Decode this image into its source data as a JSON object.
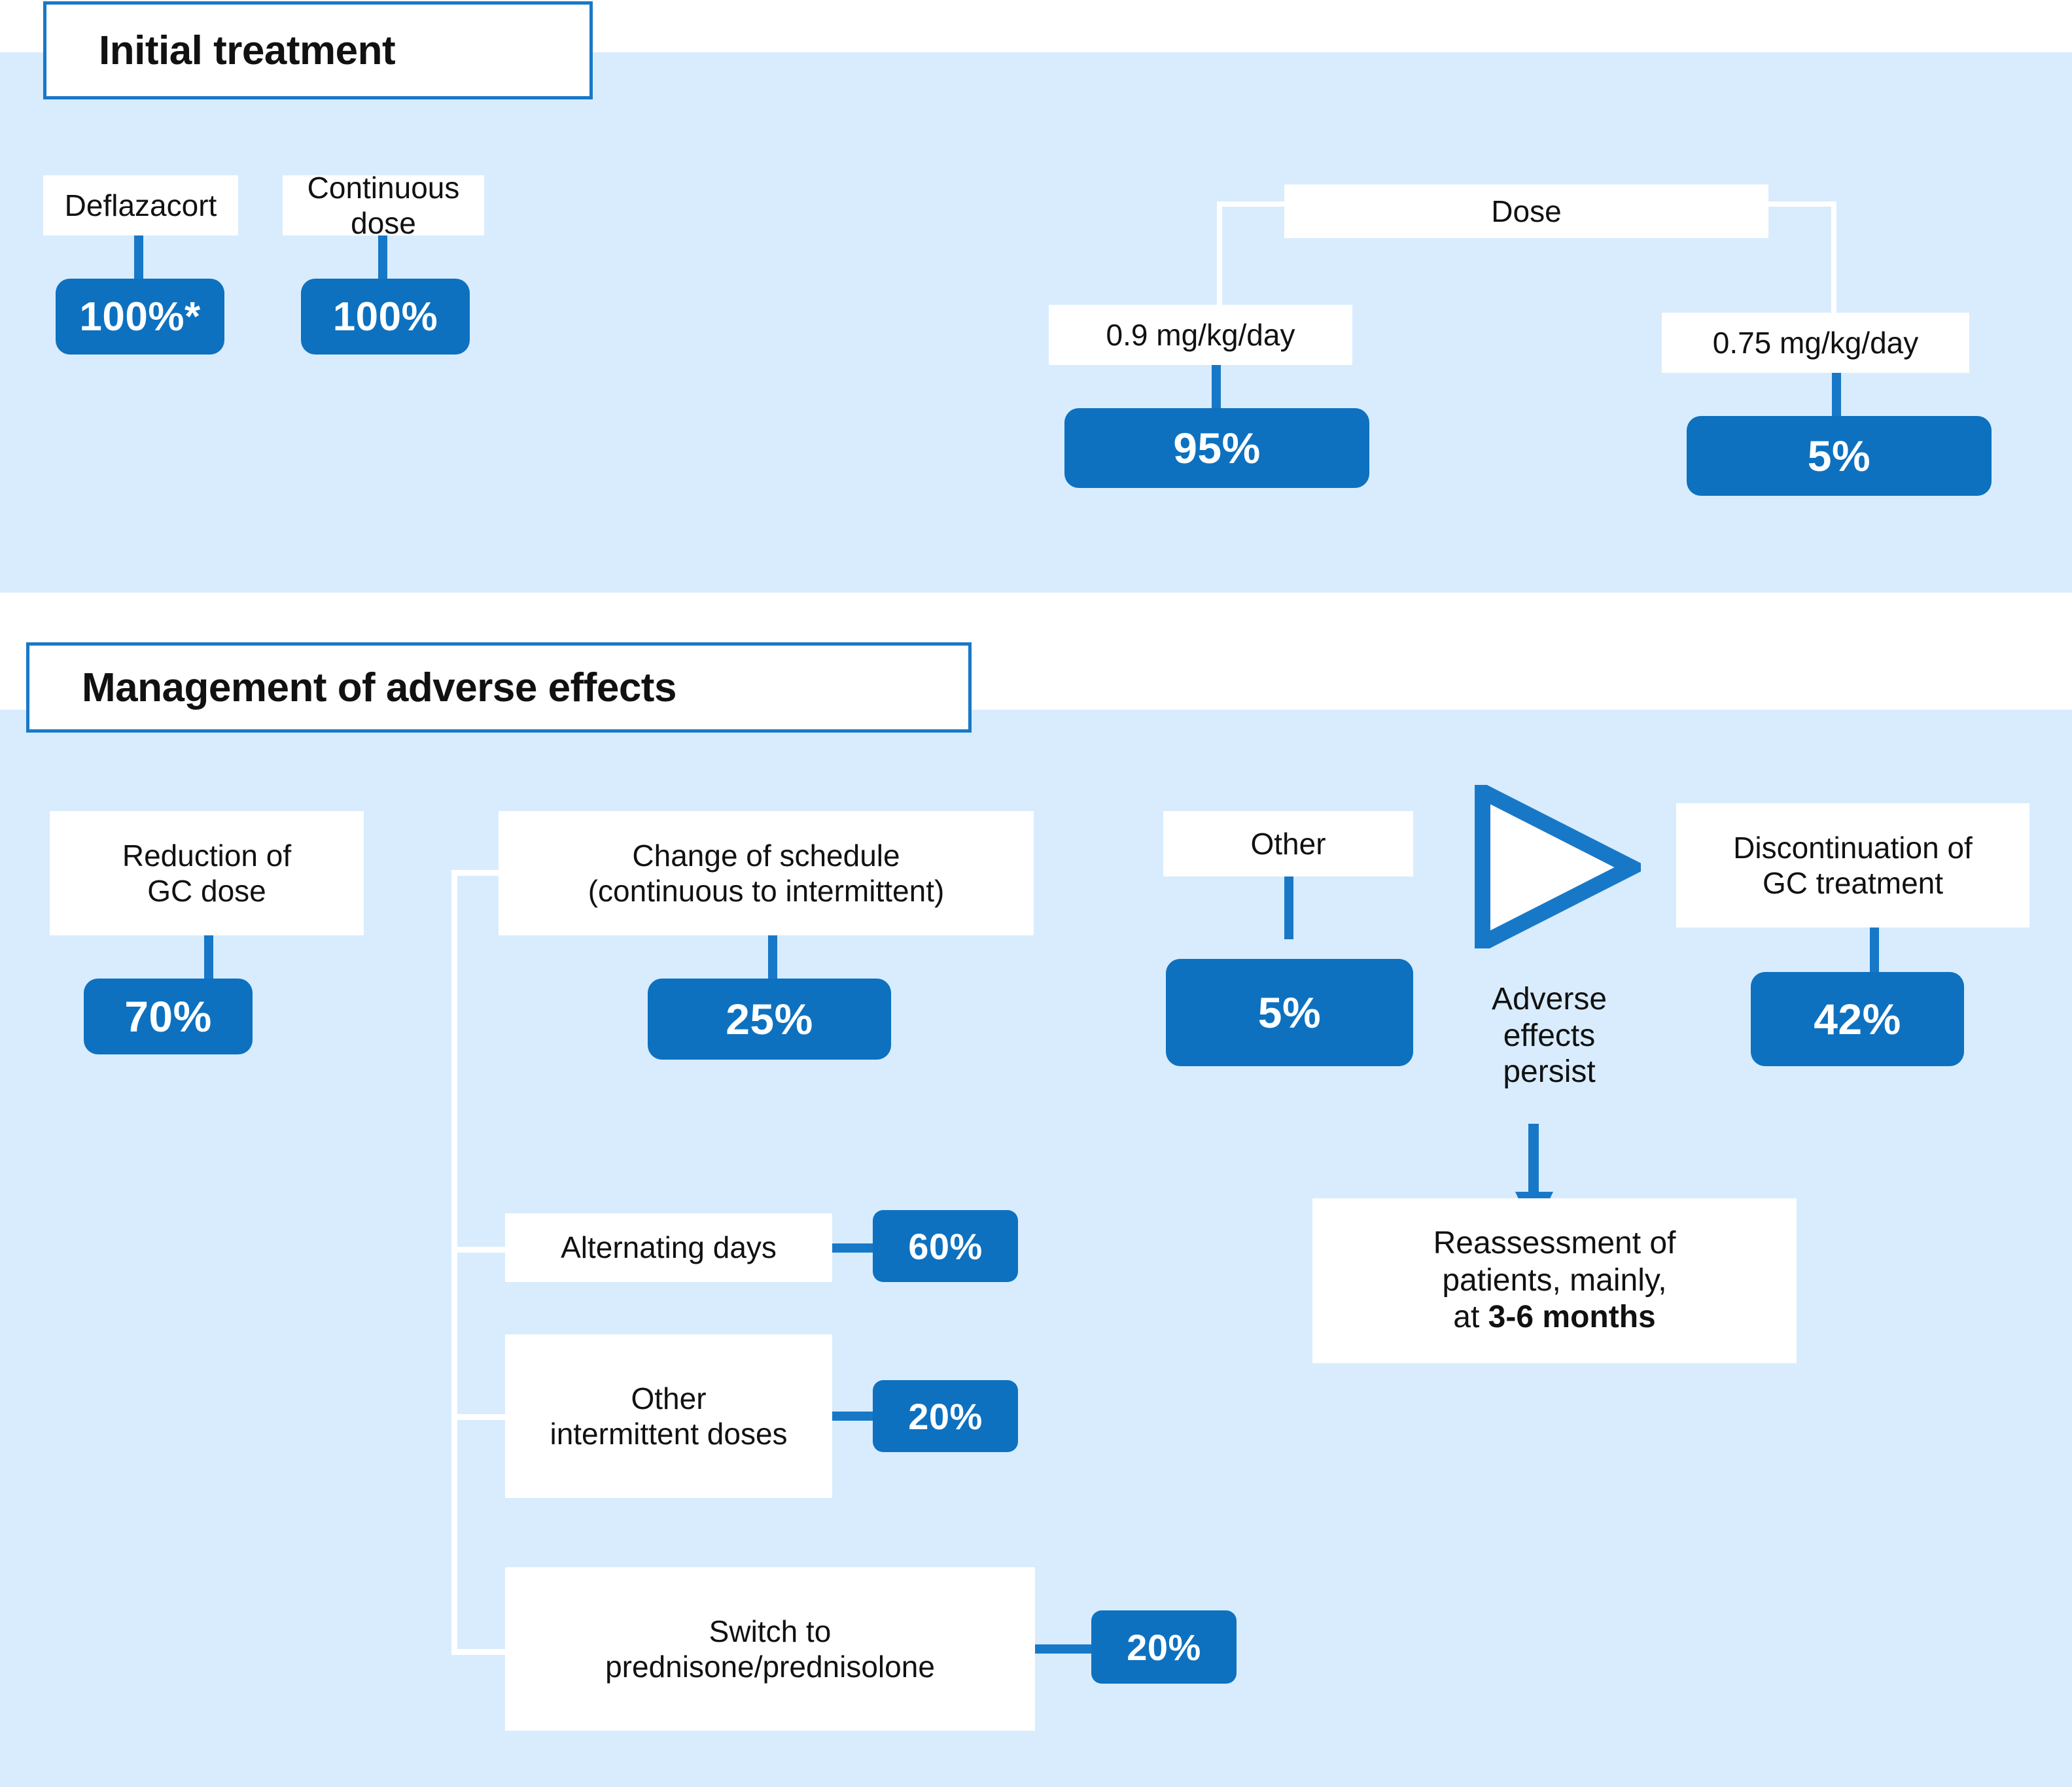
{
  "sections": [
    {
      "id": "initial-treatment",
      "title": "Initial treatment",
      "nodes": [
        {
          "label": "Deflazacort",
          "value": "100%*"
        },
        {
          "label": "Continuous dose",
          "value": "100%"
        },
        {
          "label": "Dose",
          "value": ""
        },
        {
          "label": "0.9 mg/kg/day",
          "value": "95%"
        },
        {
          "label": "0.75 mg/kg/day",
          "value": "5%"
        }
      ]
    },
    {
      "id": "management-of-adverse-effects",
      "title": "Management of adverse effects",
      "nodes": [
        {
          "label": "Reduction of\nGC dose",
          "line1": "Reduction of",
          "line2": "GC dose",
          "value": "70%"
        },
        {
          "label": "Change of schedule (continuous to intermittent)",
          "line1": "Change of schedule",
          "line2": "(continuous to intermittent)",
          "value": "25%"
        },
        {
          "label": "Other",
          "value": "5%"
        },
        {
          "label": "Discontinuation of GC treatment",
          "line1": "Discontinuation of",
          "line2": "GC treatment",
          "value": "42%"
        },
        {
          "label": "Alternating days",
          "value": "60%"
        },
        {
          "label": "Other intermittent doses",
          "line1": "Other",
          "line2": "intermittent doses",
          "value": "20%"
        },
        {
          "label": "Switch to prednisone/prednisolone",
          "line1": "Switch to",
          "line2": "prednisone/prednisolone",
          "value": "20%"
        }
      ],
      "persist_note": {
        "line1": "Adverse",
        "line2": "effects",
        "line3": "persist"
      },
      "reassessment": {
        "line1": "Reassessment of",
        "line2": "patients, mainly,",
        "line3_prefix": "at ",
        "line3_bold": "3-6 months"
      }
    }
  ],
  "colors": {
    "band_background": "#d8ecfd",
    "pill_blue": "#0d71c0",
    "border_blue": "#1878c8",
    "box_white": "#ffffff",
    "text_black": "#111111"
  },
  "chart_data": {
    "type": "diagram",
    "title": "Glucocorticoid treatment practice in Duchenne muscular dystrophy",
    "groups": [
      {
        "name": "Initial treatment",
        "items": [
          {
            "category": "Deflazacort",
            "value": 100,
            "label": "100%*"
          },
          {
            "category": "Continuous dose",
            "value": 100,
            "label": "100%"
          },
          {
            "category": "Dose: 0.9 mg/kg/day",
            "value": 95,
            "label": "95%"
          },
          {
            "category": "Dose: 0.75 mg/kg/day",
            "value": 5,
            "label": "5%"
          }
        ]
      },
      {
        "name": "Management of adverse effects",
        "items": [
          {
            "category": "Reduction of GC dose",
            "value": 70,
            "label": "70%"
          },
          {
            "category": "Change of schedule (continuous to intermittent)",
            "value": 25,
            "label": "25%"
          },
          {
            "category": "Other",
            "value": 5,
            "label": "5%"
          },
          {
            "category": "Discontinuation of GC treatment",
            "value": 42,
            "label": "42%"
          },
          {
            "category": "Alternating days",
            "value": 60,
            "label": "60%"
          },
          {
            "category": "Other intermittent doses",
            "value": 20,
            "label": "20%"
          },
          {
            "category": "Switch to prednisone/prednisolone",
            "value": 20,
            "label": "20%"
          }
        ]
      }
    ],
    "annotations": [
      "Adverse effects persist",
      "Reassessment of patients, mainly, at 3-6 months"
    ],
    "units": "%"
  }
}
